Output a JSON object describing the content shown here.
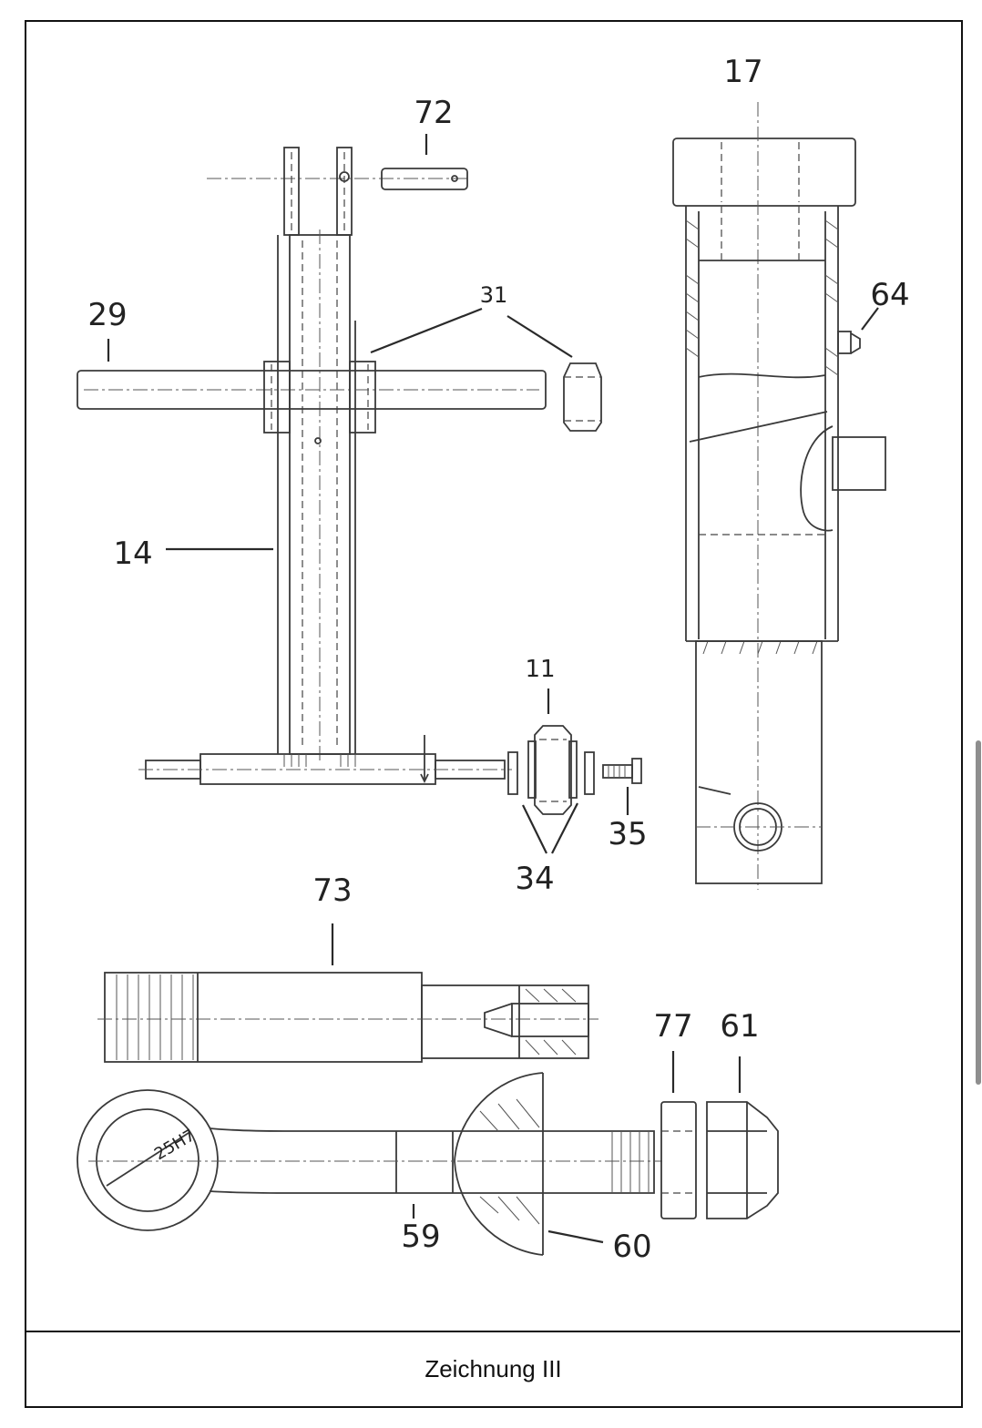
{
  "caption": "Zeichnung III",
  "labels": {
    "p72": "72",
    "p17": "17",
    "p29": "29",
    "p31": "31",
    "p64": "64",
    "p14": "14",
    "p11": "11",
    "p35": "35",
    "p34": "34",
    "p73": "73",
    "p77": "77",
    "p61": "61",
    "p59": "59",
    "p60": "60",
    "bore": "25H7"
  }
}
